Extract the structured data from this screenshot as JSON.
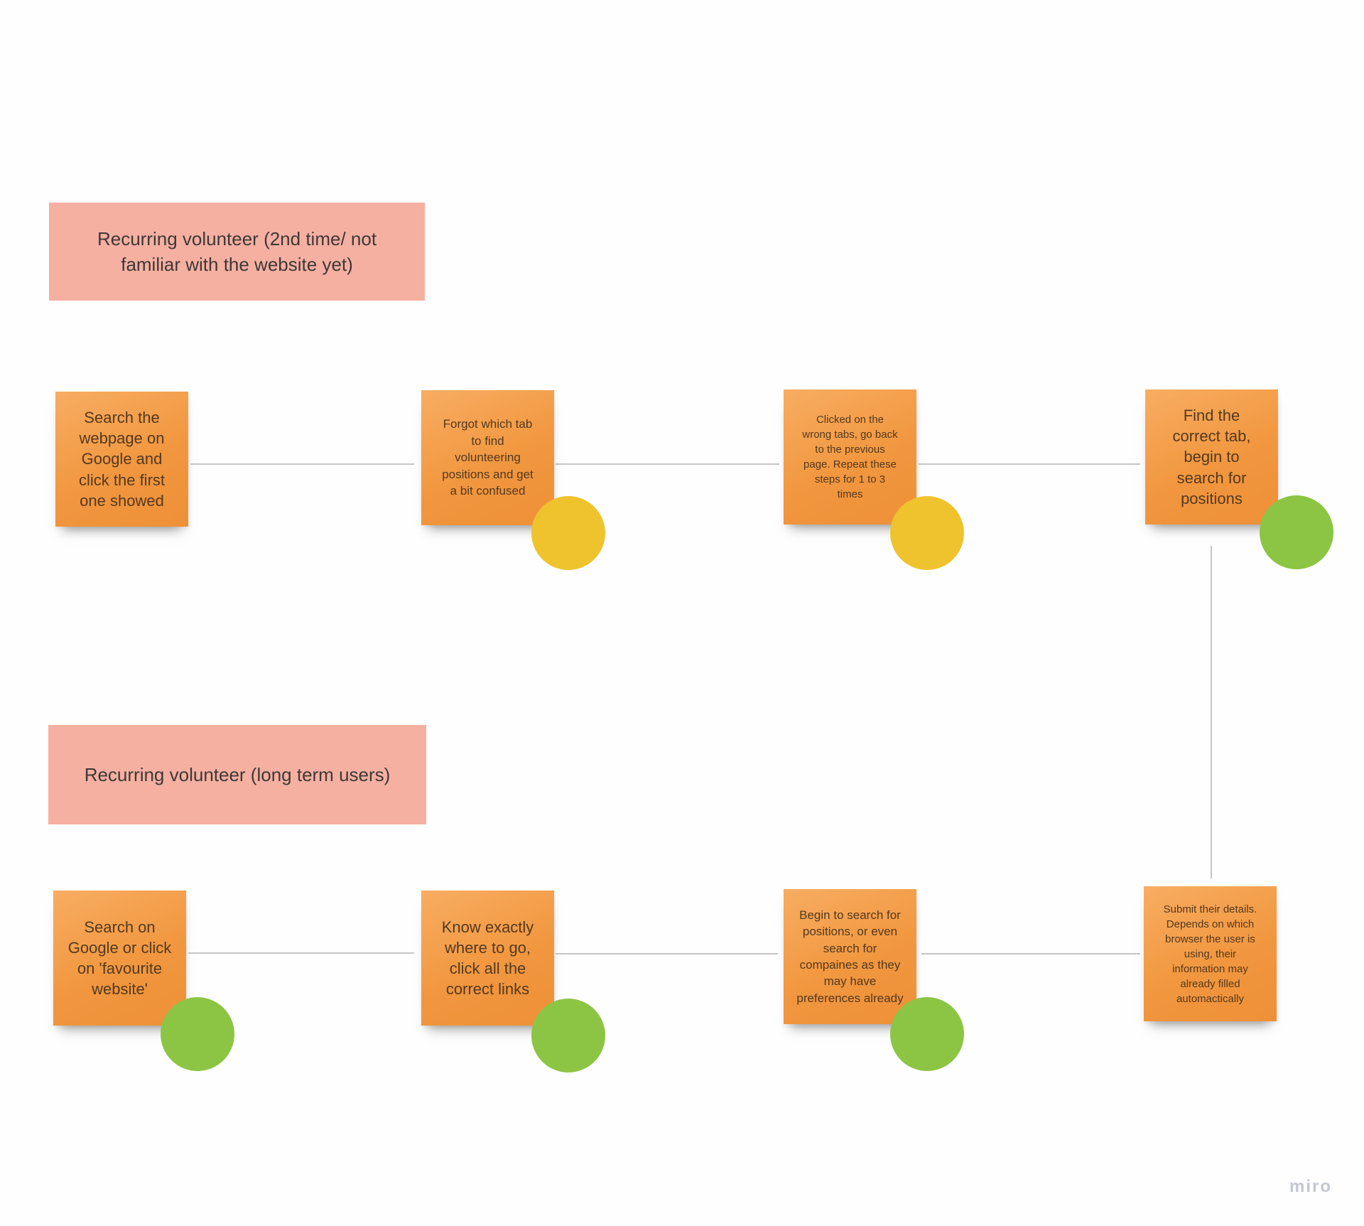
{
  "board": {
    "watermark": "miro",
    "colors": {
      "note_fill": "#f1973f",
      "note_text": "#54391f",
      "banner_fill": "#f5b0a1",
      "banner_text": "#3e3837",
      "dot_yellow": "#efc32e",
      "dot_green": "#8cc543",
      "connector": "#c6c6c6",
      "watermark": "#c4c7d2"
    }
  },
  "banners": [
    {
      "label": "Recurring volunteer (2nd time/ not\nfamiliar with the website yet)"
    },
    {
      "label": "Recurring volunteer (long term users)"
    }
  ],
  "notes": [
    {
      "text": "Search the\nwebpage on\nGoogle and\nclick the first\none showed"
    },
    {
      "text": "Forgot which tab\nto find\nvolunteering\npositions and get\na bit confused"
    },
    {
      "text": "Clicked on the\nwrong tabs, go back\nto the previous\npage. Repeat these\nsteps for 1 to 3\ntimes"
    },
    {
      "text": "Find the\ncorrect tab,\nbegin to\nsearch for\npositions"
    },
    {
      "text": "Search on\nGoogle or click\non 'favourite\nwebsite'"
    },
    {
      "text": "Know exactly\nwhere to go,\nclick all the\ncorrect links"
    },
    {
      "text": "Begin to search for\npositions, or even\nsearch for\ncompaines as they\nmay have\npreferences already"
    },
    {
      "text": "Submit their details.\nDepends on which\nbrowser the user is\nusing, their\ninformation may\nalready filled\nautomactically"
    }
  ],
  "markers": [
    {
      "color": "yellow"
    },
    {
      "color": "yellow"
    },
    {
      "color": "green"
    },
    {
      "color": "green"
    },
    {
      "color": "green"
    },
    {
      "color": "green"
    }
  ]
}
